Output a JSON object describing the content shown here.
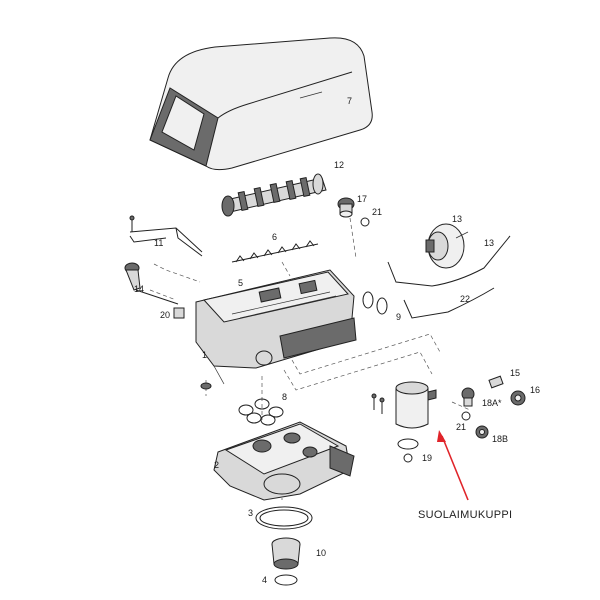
{
  "diagram": {
    "callout": {
      "text": "SUOLAIMUKUPPI",
      "arrow_color": "#e0242a"
    },
    "part_numbers": {
      "p1": "1",
      "p2": "2",
      "p3": "3",
      "p4": "4",
      "p5": "5",
      "p6": "6",
      "p7": "7",
      "p8": "8",
      "p9": "9",
      "p10": "10",
      "p11": "11",
      "p12": "12",
      "p13a": "13",
      "p13b": "13",
      "p14": "14",
      "p15": "15",
      "p16": "16",
      "p17": "17",
      "p18a": "18A*",
      "p18b": "18B",
      "p19": "19",
      "p20": "20",
      "p21a": "21",
      "p21b": "21",
      "p22": "22"
    },
    "colors": {
      "line": "#222222",
      "part_fill": "#d9d9d9",
      "part_dark": "#6b6b6b"
    }
  }
}
